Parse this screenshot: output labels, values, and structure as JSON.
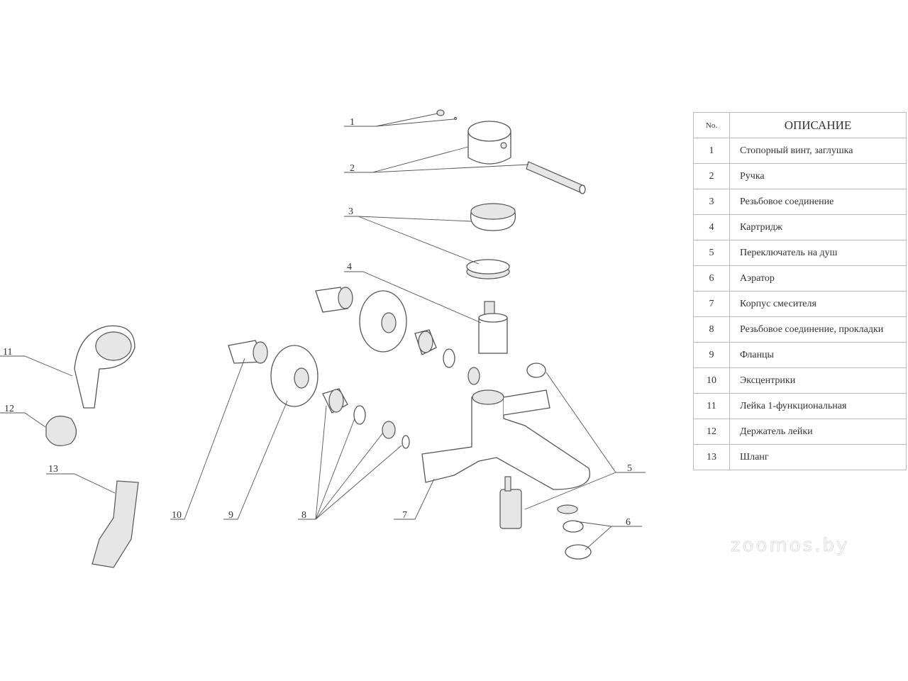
{
  "callouts": [
    "1",
    "2",
    "3",
    "4",
    "5",
    "6",
    "7",
    "8",
    "9",
    "10",
    "11",
    "12",
    "13"
  ],
  "table": {
    "header_no": "No.",
    "header_desc": "ОПИСАНИЕ",
    "rows": [
      {
        "no": "1",
        "desc": "Стопорный винт, заглушка"
      },
      {
        "no": "2",
        "desc": "Ручка"
      },
      {
        "no": "3",
        "desc": "Резьбовое соединение"
      },
      {
        "no": "4",
        "desc": "Картридж"
      },
      {
        "no": "5",
        "desc": "Переключатель на душ"
      },
      {
        "no": "6",
        "desc": "Аэратор"
      },
      {
        "no": "7",
        "desc": "Корпус смесителя"
      },
      {
        "no": "8",
        "desc": "Резьбовое соединение, прокладки"
      },
      {
        "no": "9",
        "desc": "Фланцы"
      },
      {
        "no": "10",
        "desc": "Эксцентрики"
      },
      {
        "no": "11",
        "desc": "Лейка 1-функциональная"
      },
      {
        "no": "12",
        "desc": "Держатель лейки"
      },
      {
        "no": "13",
        "desc": "Шланг"
      }
    ]
  },
  "watermark": "zoomos.by"
}
